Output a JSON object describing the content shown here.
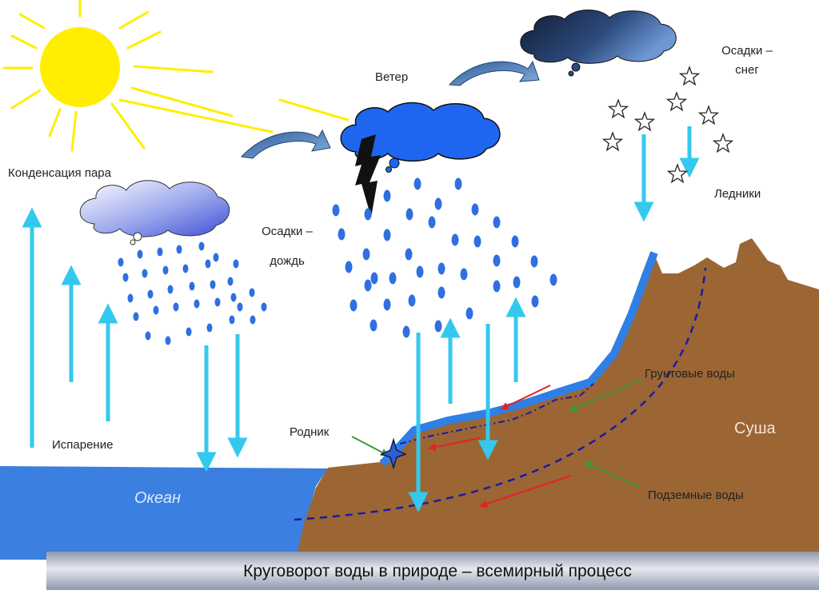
{
  "labels": {
    "condensation": "Конденсация пара",
    "wind": "Ветер",
    "snow_line1": "Осадки –",
    "snow_line2": "снег",
    "rain_line1": "Осадки –",
    "rain_line2": "дождь",
    "glaciers": "Ледники",
    "groundwater": "Грунтовые воды",
    "spring": "Родник",
    "evaporation": "Испарение",
    "land": "Суша",
    "ocean": "Океан",
    "underground": "Подземные воды"
  },
  "title": "Круговорот воды в природе – всемирный процесс",
  "colors": {
    "sun": "#ffee00",
    "ocean": "#3b7fe0",
    "land": "#9b6634",
    "shore": "#2f7fe6",
    "arrow": "#33c9ee",
    "drop": "#2f6fe0",
    "cloud_rain": "#1e66f0",
    "cloud_dark": "#1e3358",
    "red_arrow": "#e52222",
    "green_arrow": "#3c9a3c",
    "dashed": "#1a1aa8"
  },
  "icons": [
    "sun-icon",
    "cloud-icon",
    "lightning-icon",
    "star-icon",
    "wind-arrow-icon"
  ]
}
